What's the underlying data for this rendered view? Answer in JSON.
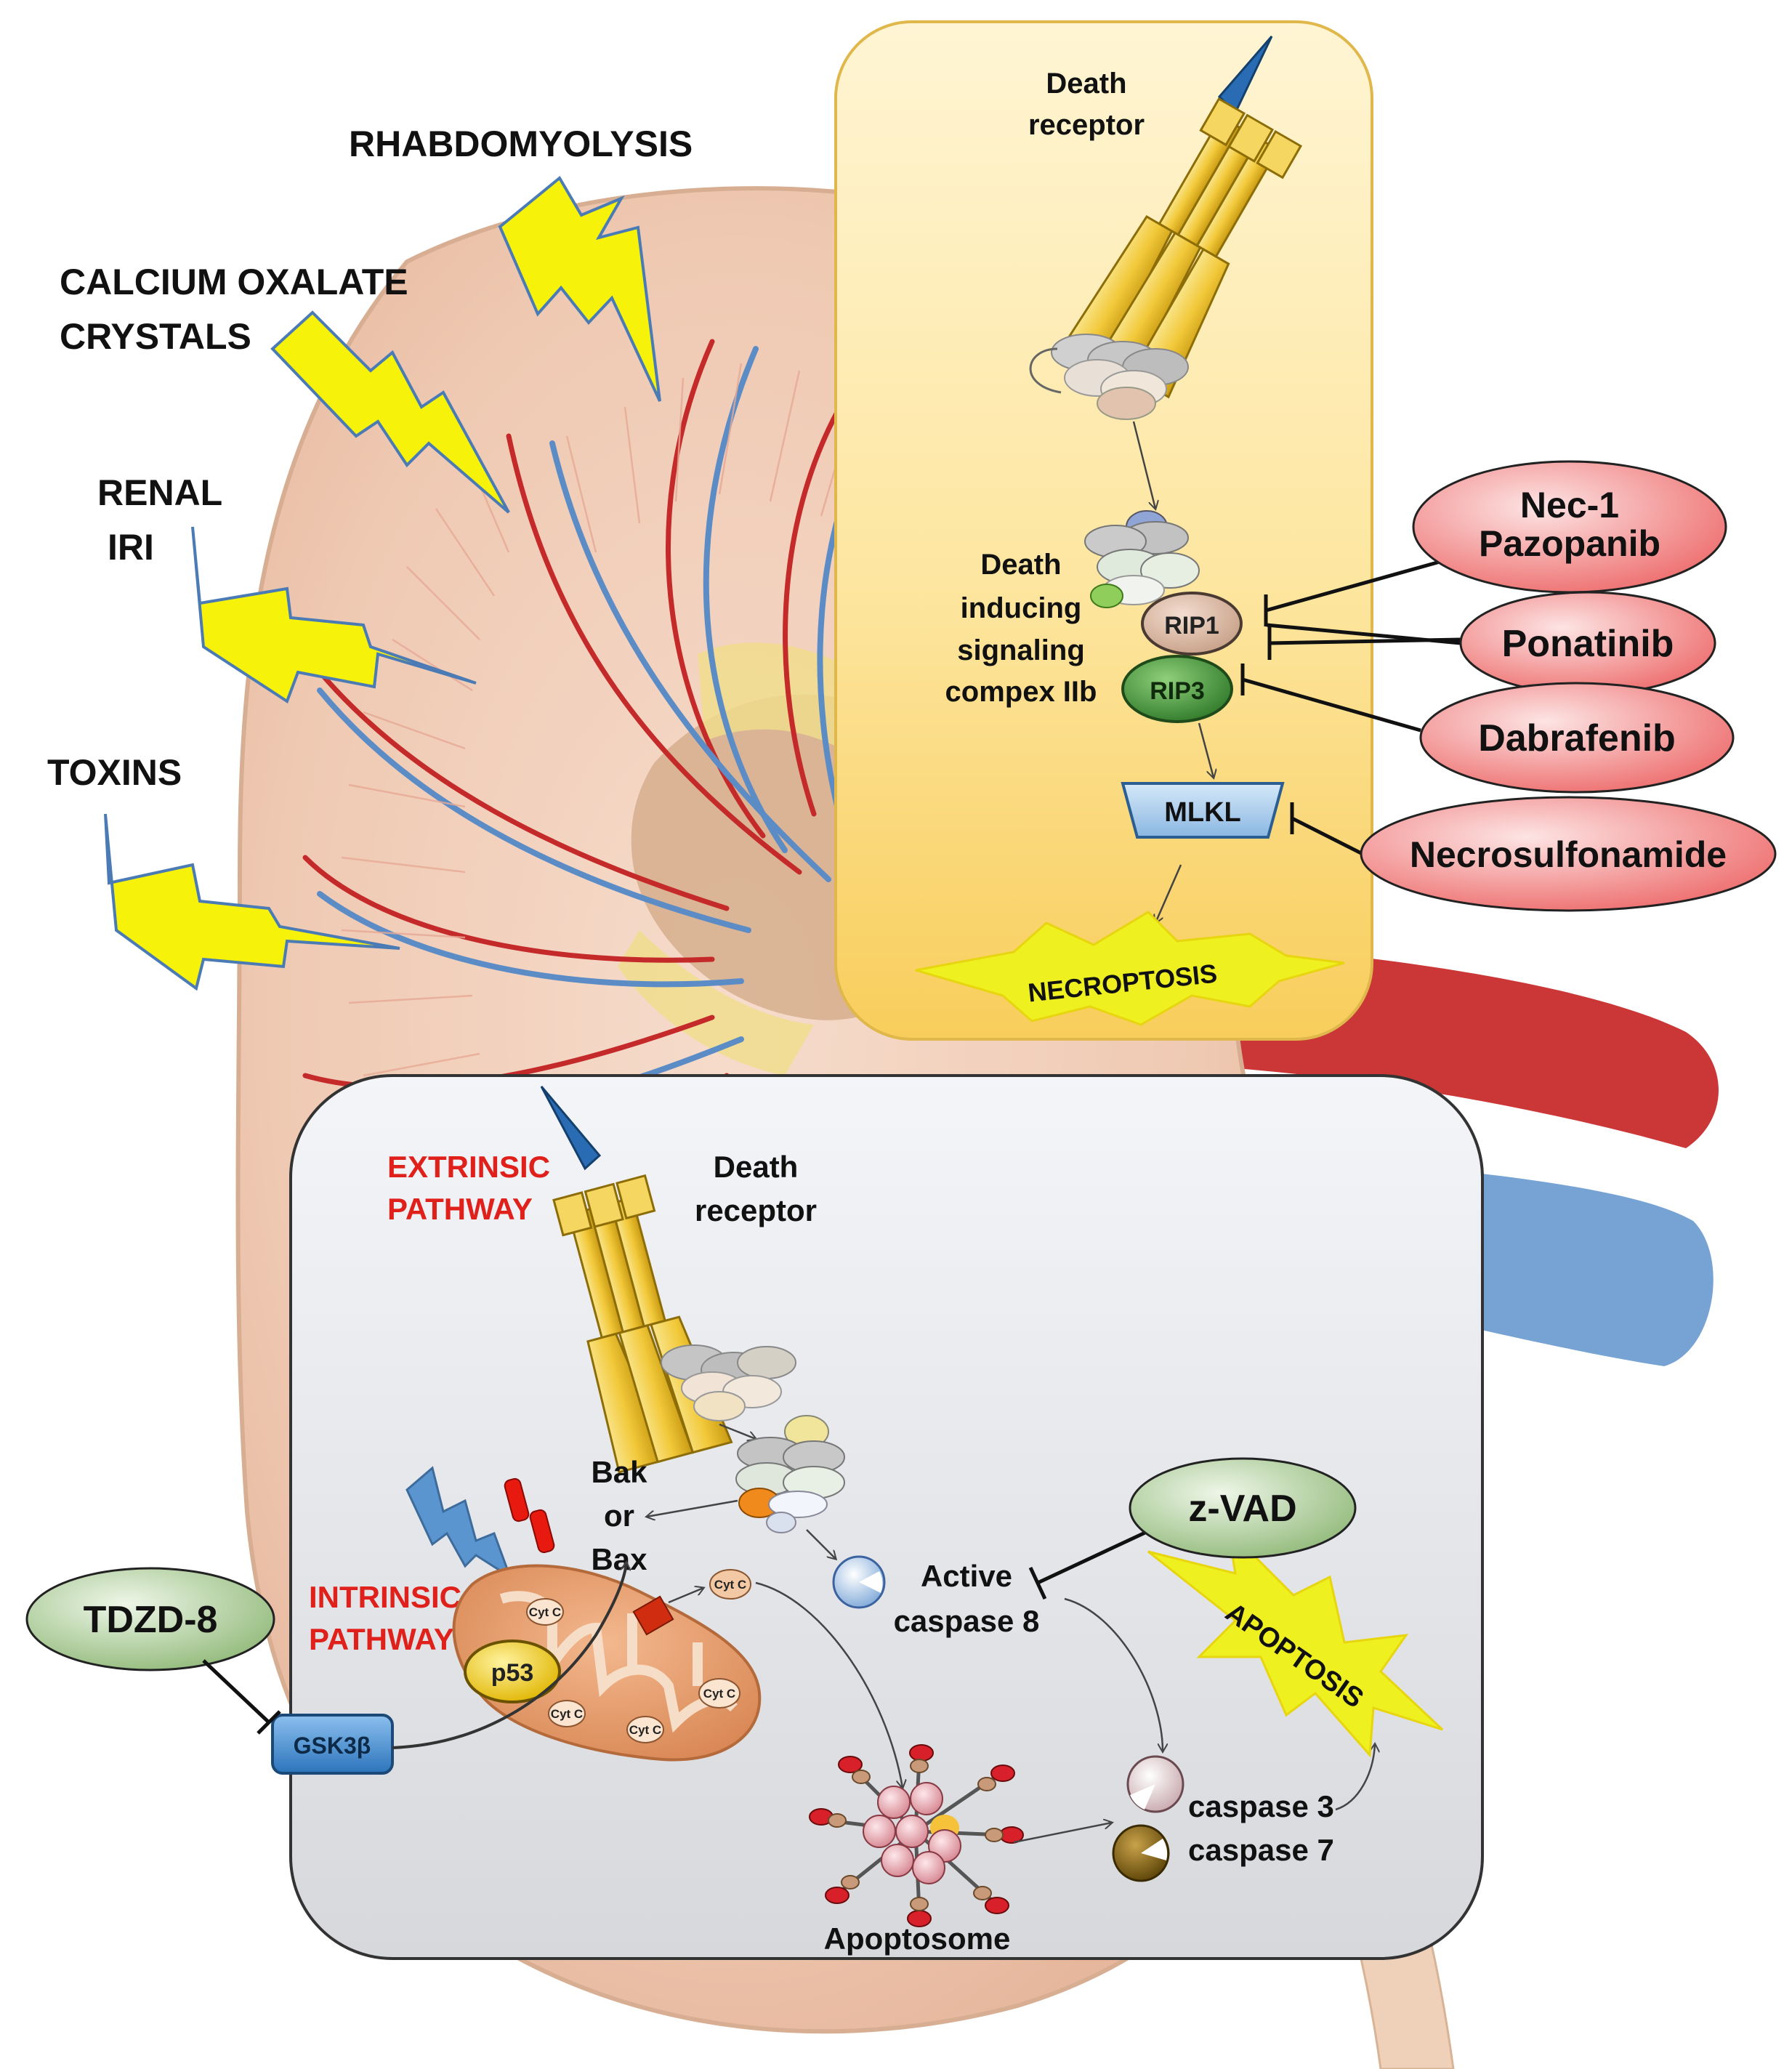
{
  "colors": {
    "bolt_yellow": "#f6f20a",
    "red_label": "#e0201a",
    "necroptosis_panel": "#fbd977",
    "apoptosis_panel": "#e4e6ea",
    "inhibitor_red": "#f07a7a",
    "inhibitor_green": "#a8c995",
    "receptor_yellow": "#f2cc3c",
    "artery_red": "#cc2222",
    "vein_blue": "#5b8cc6"
  },
  "insults": {
    "rhabdo": "RHABDOMYOLYSIS",
    "calcium_line1": "CALCIUM OXALATE",
    "calcium_line2": "CRYSTALS",
    "renal_line1": "RENAL",
    "renal_line2": "IRI",
    "toxins": "TOXINS"
  },
  "necroptosis": {
    "death_receptor_line1": "Death",
    "death_receptor_line2": "receptor",
    "disc_line1": "Death",
    "disc_line2": "inducing",
    "disc_line3": "signaling",
    "disc_line4": "compex IIb",
    "rip1": "RIP1",
    "rip3": "RIP3",
    "mlkl": "MLKL",
    "outcome": "NECROPTOSIS"
  },
  "necro_inhibitors": {
    "nec1_line1": "Nec-1",
    "nec1_line2": "Pazopanib",
    "ponatinib": "Ponatinib",
    "dabrafenib": "Dabrafenib",
    "necrosulfonamide": "Necrosulfonamide"
  },
  "apoptosis": {
    "extrinsic_line1": "EXTRINSIC",
    "extrinsic_line2": "PATHWAY",
    "death_receptor_line1": "Death",
    "death_receptor_line2": "receptor",
    "bak_line1": "Bak",
    "bak_line2": "or",
    "bak_line3": "Bax",
    "intrinsic_line1": "INTRINSIC",
    "intrinsic_line2": "PATHWAY",
    "cytc": "Cyt C",
    "p53": "p53",
    "gsk3b": "GSK3β",
    "active_caspase_line1": "Active",
    "active_caspase_line2": "caspase 8",
    "caspase3": "caspase 3",
    "caspase7": "caspase 7",
    "apoptosome": "Apoptosome",
    "outcome": "APOPTOSIS"
  },
  "apo_inhibitors": {
    "zvad": "z-VAD",
    "tdzd8": "TDZD-8"
  }
}
